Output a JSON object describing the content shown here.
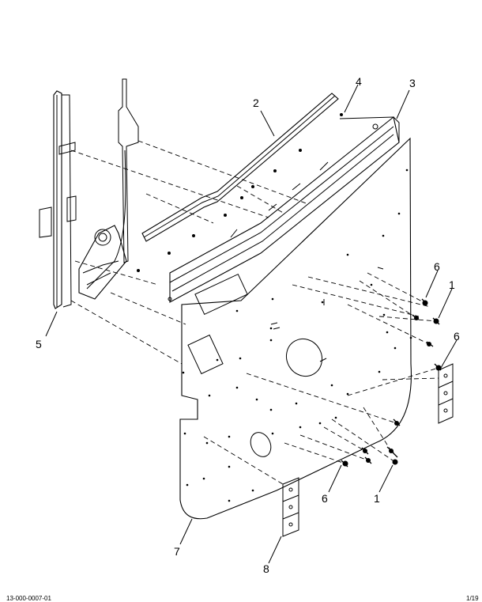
{
  "callouts": {
    "c1a": "1",
    "c1b": "1",
    "c2": "2",
    "c3": "3",
    "c4": "4",
    "c5": "5",
    "c6a": "6",
    "c6b": "6",
    "c6c": "6",
    "c7": "7",
    "c8": "8"
  },
  "footer": {
    "left": "13-000-0007-01",
    "right": "1/19"
  }
}
